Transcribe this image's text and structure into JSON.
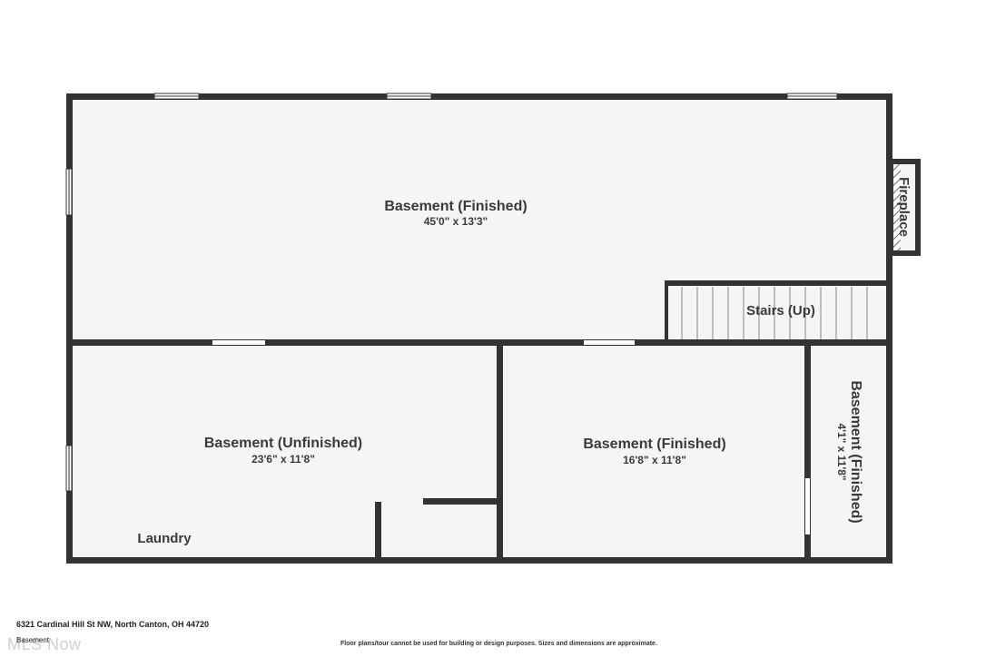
{
  "rooms": {
    "main": {
      "name": "Basement (Finished)",
      "dims": "45'0\" x 13'3\""
    },
    "unfinished": {
      "name": "Basement (Unfinished)",
      "dims": "23'6\" x 11'8\""
    },
    "finished_mid": {
      "name": "Basement (Finished)",
      "dims": "16'8\" x 11'8\""
    },
    "finished_side": {
      "name": "Basement (Finished)",
      "dims": "4'1\" x 11'8\""
    }
  },
  "labels": {
    "stairs": "Stairs (Up)",
    "fireplace": "Fireplace",
    "laundry": "Laundry"
  },
  "footer": {
    "address": "6321 Cardinal Hill St NW, North Canton, OH 44720",
    "floor_name": "Basement",
    "brand": "MLS Now",
    "disclaimer": "Floor plans/tour cannot be used for building or design purposes. Sizes and dimensions are approximate."
  },
  "colors": {
    "wall": "#333333",
    "floor": "#f5f5f5",
    "text": "#3a3a3a"
  }
}
